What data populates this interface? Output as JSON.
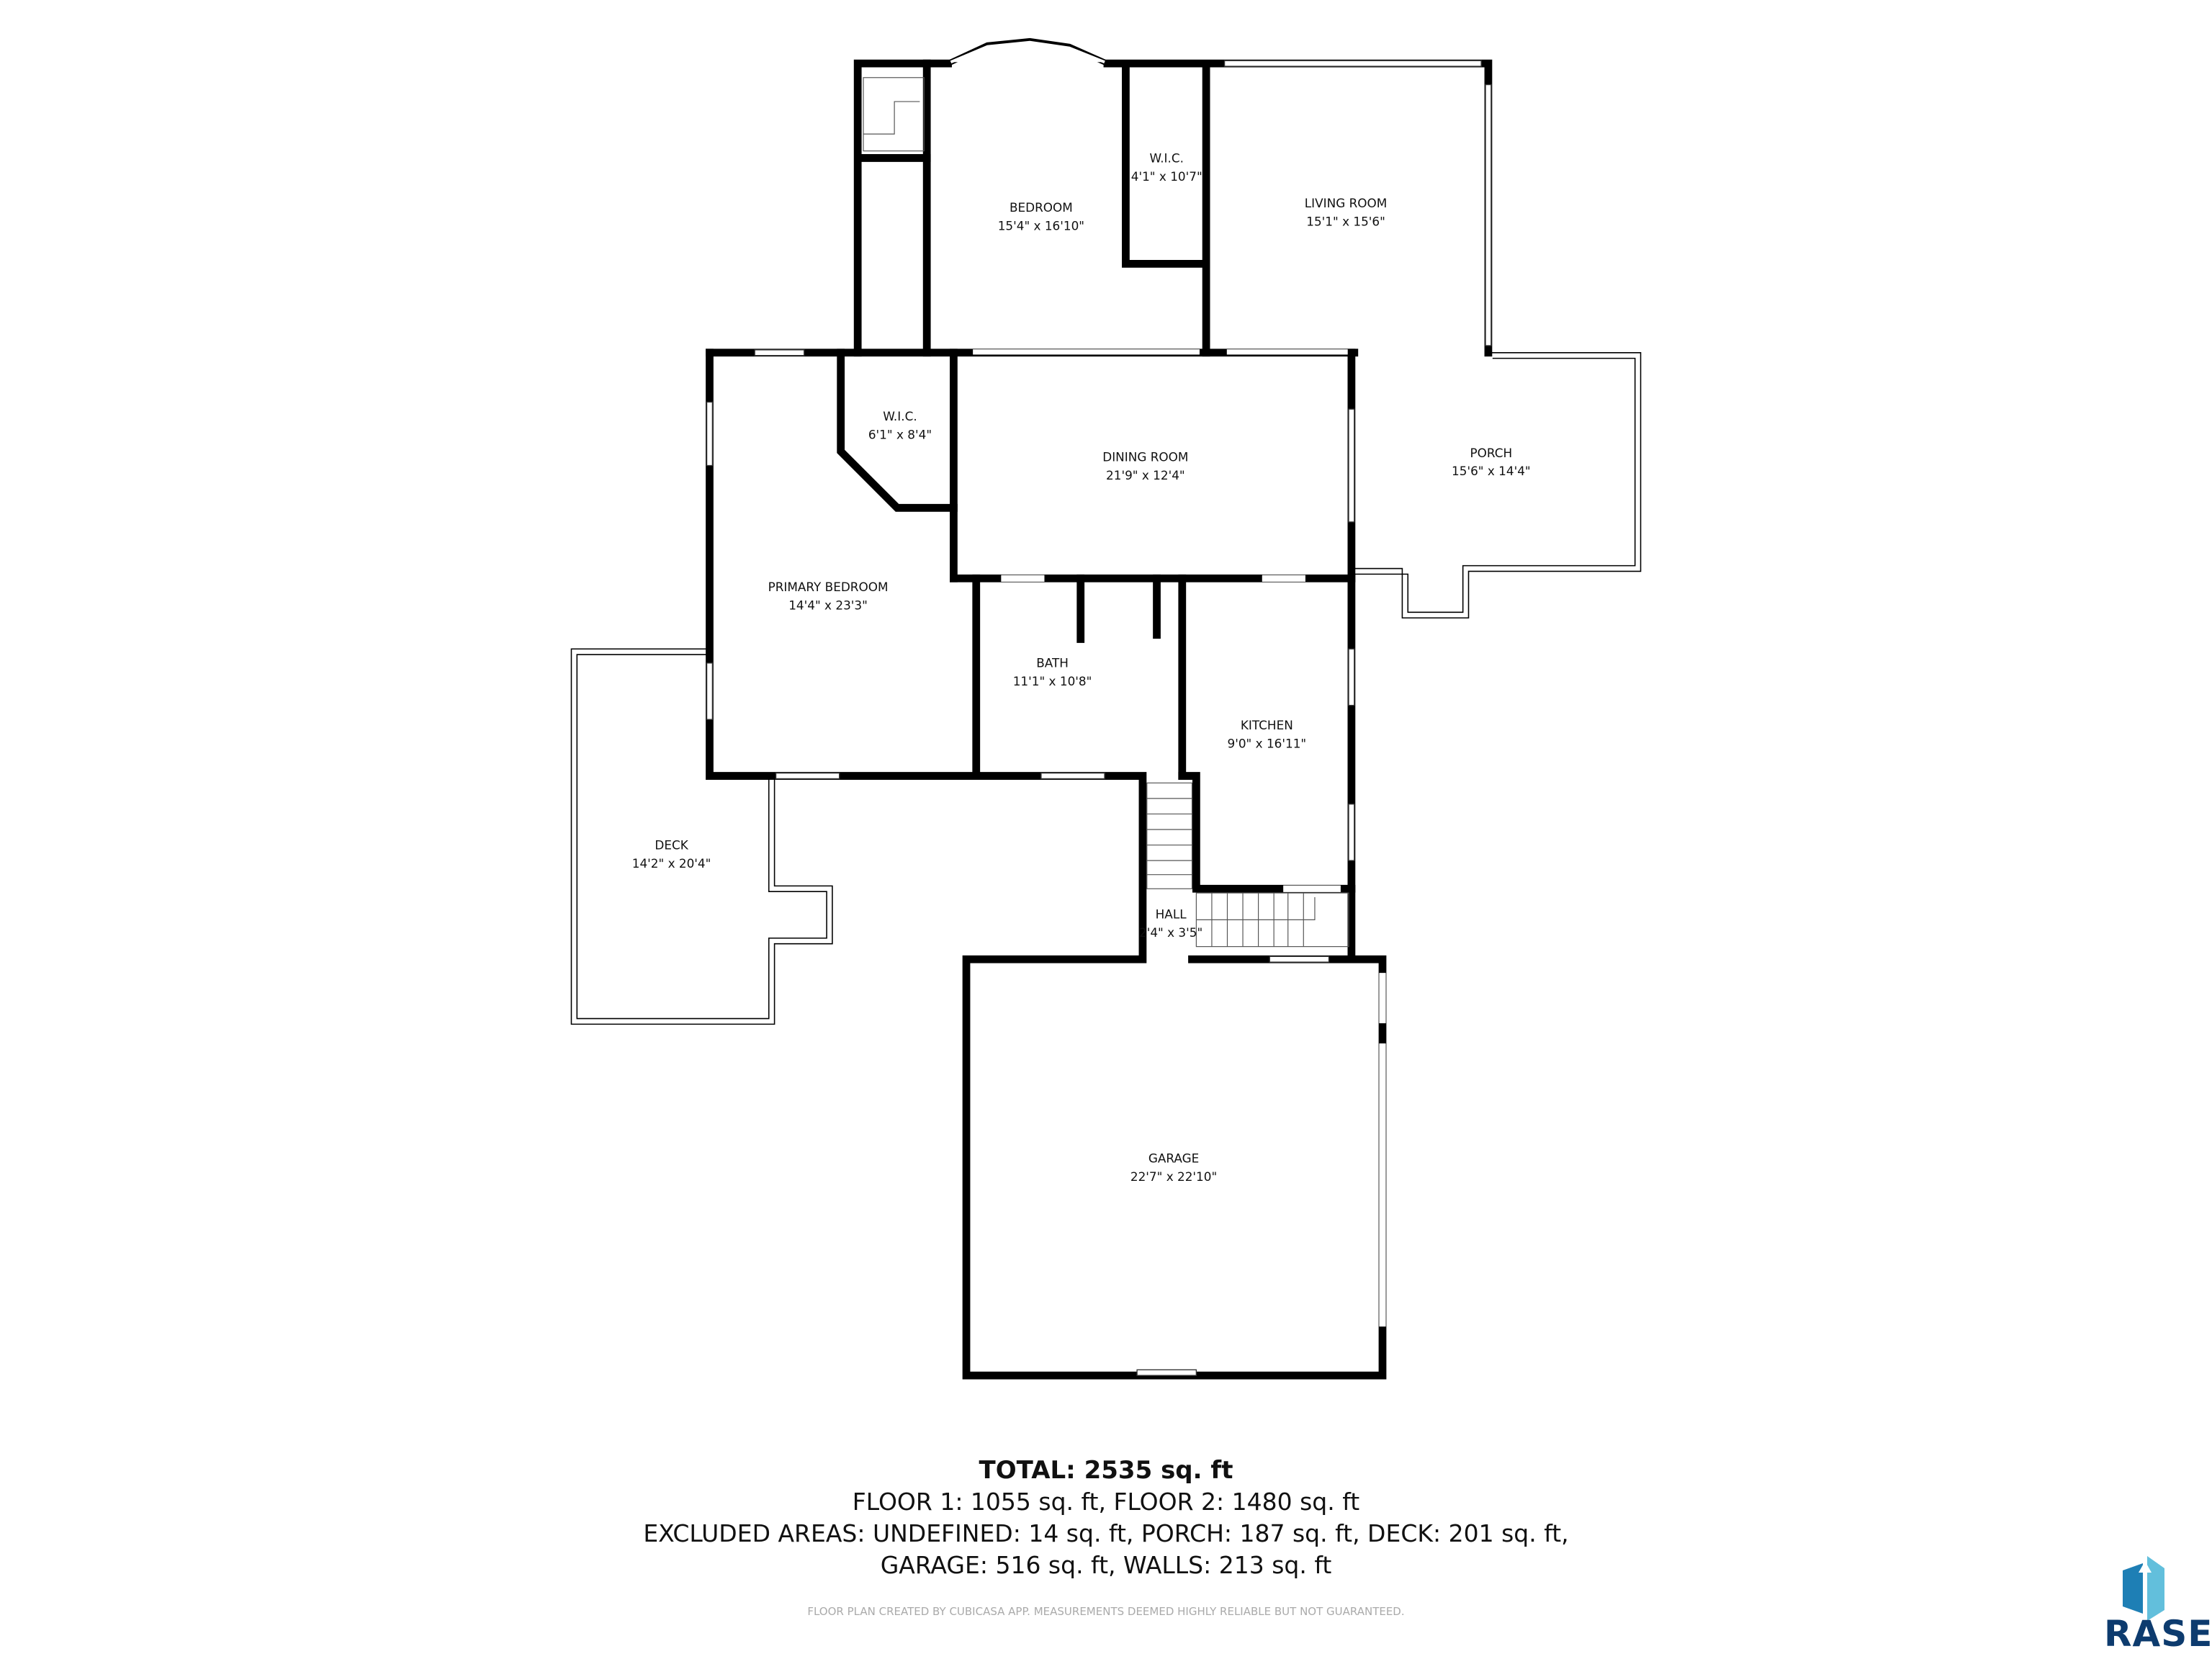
{
  "rooms": {
    "bedroom": {
      "name": "BEDROOM",
      "dims": "15'4\" x 16'10\""
    },
    "wic_upper": {
      "name": "W.I.C.",
      "dims": "4'1\" x 10'7\""
    },
    "living_room": {
      "name": "LIVING ROOM",
      "dims": "15'1\" x 15'6\""
    },
    "wic_lower": {
      "name": "W.I.C.",
      "dims": "6'1\" x 8'4\""
    },
    "dining_room": {
      "name": "DINING ROOM",
      "dims": "21'9\" x 12'4\""
    },
    "porch": {
      "name": "PORCH",
      "dims": "15'6\" x 14'4\""
    },
    "primary_bedroom": {
      "name": "PRIMARY BEDROOM",
      "dims": "14'4\" x 23'3\""
    },
    "bath": {
      "name": "BATH",
      "dims": "11'1\" x 10'8\""
    },
    "kitchen": {
      "name": "KITCHEN",
      "dims": "9'0\" x 16'11\""
    },
    "deck": {
      "name": "DECK",
      "dims": "14'2\" x 20'4\""
    },
    "hall": {
      "name": "HALL",
      "dims": "2'4\" x 3'5\""
    },
    "garage": {
      "name": "GARAGE",
      "dims": "22'7\" x 22'10\""
    }
  },
  "summary": {
    "total": "TOTAL: 2535 sq. ft",
    "floors": "FLOOR 1: 1055 sq. ft, FLOOR 2: 1480 sq. ft",
    "excluded_1": "EXCLUDED AREAS: UNDEFINED: 14 sq. ft, PORCH: 187 sq. ft, DECK: 201 sq. ft,",
    "excluded_2": "GARAGE: 516 sq. ft, WALLS: 213 sq. ft",
    "disclaimer": "FLOOR PLAN CREATED BY CUBICASA APP. MEASUREMENTS DEEMED HIGHLY RELIABLE BUT NOT GUARANTEED."
  },
  "logo": {
    "text": "RASE",
    "colors": {
      "dark": "#0d3b6e",
      "mid": "#1e7fb5",
      "light": "#62bfdc"
    }
  }
}
